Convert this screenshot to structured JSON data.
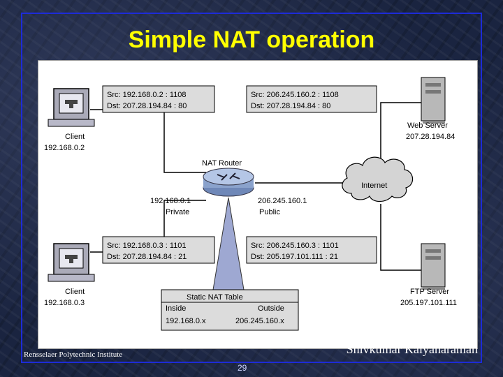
{
  "slide": {
    "title": "Simple NAT operation",
    "footer_left": "Rensselaer Polytechnic Institute",
    "footer_right": "Shivkumar Kalyanaraman",
    "page": "29"
  },
  "diagram": {
    "client1": {
      "label": "Client",
      "ip": "192.168.0.2"
    },
    "client2": {
      "label": "Client",
      "ip": "192.168.0.3"
    },
    "box_top_left": {
      "src": "Src:  192.168.0.2 : 1108",
      "dst": "Dst:  207.28.194.84 : 80"
    },
    "box_top_right": {
      "src": "Src:  206.245.160.2 : 1108",
      "dst": "Dst:  207.28.194.84 : 80"
    },
    "box_bottom_left": {
      "src": "Src:  192.168.0.3 : 1101",
      "dst": "Dst:  207.28.194.84 : 21"
    },
    "box_bottom_right": {
      "src": "Src:  206.245.160.3 : 1101",
      "dst": "Dst:  205.197.101.111 : 21"
    },
    "router": {
      "label": "NAT Router",
      "private_ip": "192.168.0.1",
      "private_label": "Private",
      "public_ip": "206.245.160.1",
      "public_label": "Public"
    },
    "internet": {
      "label": "Internet"
    },
    "web_server": {
      "label": "Web Server",
      "ip": "207.28.194.84"
    },
    "ftp_server": {
      "label": "FTP Server",
      "ip": "205.197.101.111"
    },
    "nat_table": {
      "title": "Static NAT Table",
      "col_inside": "Inside",
      "col_outside": "Outside",
      "row_inside": "192.168.0.x",
      "row_outside": "206.245.160.x"
    }
  }
}
